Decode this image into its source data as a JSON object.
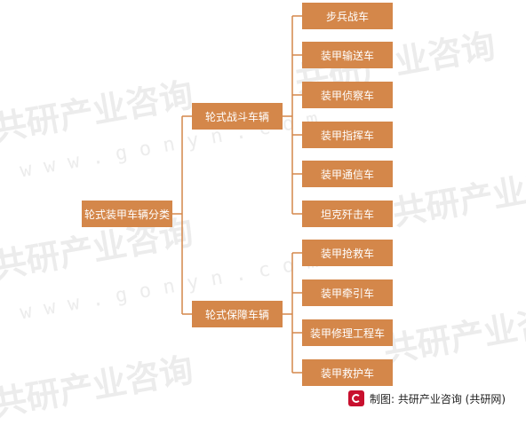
{
  "watermark": {
    "brand": "共研产业咨询",
    "url": "www.gonyn.com"
  },
  "diagram": {
    "root": "轮式装甲车辆分类",
    "branches": [
      {
        "label": "轮式战斗车辆",
        "leaves": [
          "步兵战车",
          "装甲输送车",
          "装甲侦察车",
          "装甲指挥车",
          "装甲通信车",
          "坦克歼击车"
        ]
      },
      {
        "label": "轮式保障车辆",
        "leaves": [
          "装甲抢救车",
          "装甲牵引车",
          "装甲修理工程车",
          "装甲救护车"
        ]
      }
    ]
  },
  "footer": {
    "credit": "制图: 共研产业咨询 (共研网)"
  },
  "colors": {
    "node_fill": "#d4874a",
    "node_text": "#ffffff",
    "connector": "#d4874a",
    "logo": "#c8102e"
  }
}
